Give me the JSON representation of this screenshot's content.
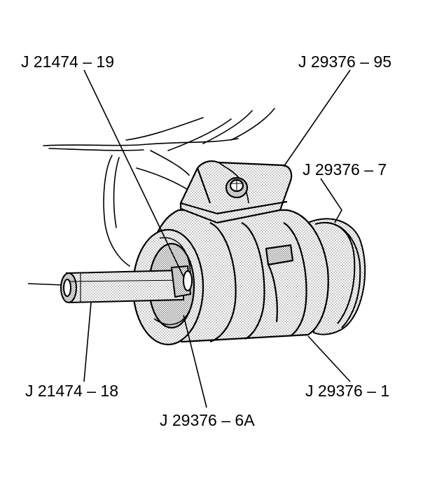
{
  "callouts": {
    "j21474_19": "J 21474 – 19",
    "j29376_95": "J 29376 – 95",
    "j29376_7": "J 29376 – 7",
    "j21474_18": "J 21474 – 18",
    "j29376_6a": "J 29376 – 6A",
    "j29376_1": "J 29376 – 1"
  },
  "colors": {
    "line": "#000000",
    "stipple": "#bdbdbd",
    "background": "#ffffff"
  }
}
